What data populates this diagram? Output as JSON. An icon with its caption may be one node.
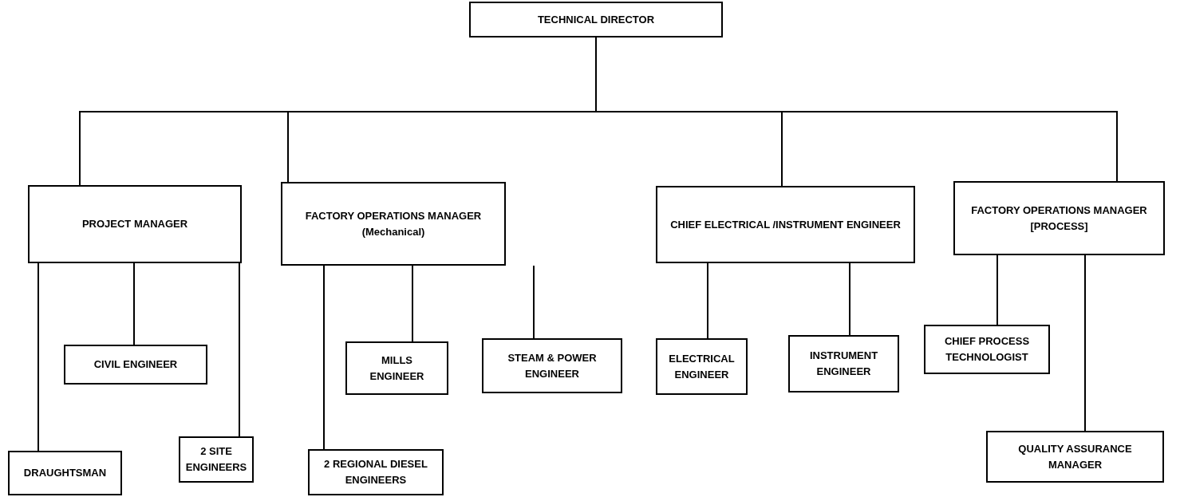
{
  "diagram": {
    "nodes": [
      {
        "text": [
          "TECHNICAL DIRECTOR"
        ]
      },
      {
        "text": [
          "PROJECT MANAGER"
        ]
      },
      {
        "text": [
          "FACTORY OPERATIONS MANAGER (Mechanical)"
        ]
      },
      {
        "text": [
          "CHIEF ELECTRICAL /INSTRUMENT ENGINEER"
        ]
      },
      {
        "text": [
          "FACTORY OPERATIONS MANAGER [PROCESS]"
        ]
      },
      {
        "text": [
          "CIVIL ENGINEER"
        ]
      },
      {
        "text": [
          "DRAUGHTSMAN"
        ]
      },
      {
        "text": [
          "2 SITE ENGINEERS"
        ]
      },
      {
        "text": [
          "MILLS ENGINEER"
        ]
      },
      {
        "text": [
          "STEAM & POWER ENGINEER"
        ]
      },
      {
        "text": [
          "2 REGIONAL DIESEL ENGINEERS"
        ]
      },
      {
        "text": [
          "ELECTRICAL ENGINEER"
        ]
      },
      {
        "text": [
          "INSTRUMENT ENGINEER"
        ]
      },
      {
        "text": [
          "CHIEF PROCESS TECHNOLOGIST"
        ]
      },
      {
        "text": [
          "QUALITY ASSURANCE MANAGER"
        ]
      }
    ],
    "edges": [
      {
        "from": 0,
        "to": 1,
        "arrow": "none"
      },
      {
        "from": 0,
        "to": 2,
        "arrow": "none"
      },
      {
        "from": 0,
        "to": 3,
        "arrow": "none"
      },
      {
        "from": 0,
        "to": 4,
        "arrow": "none"
      },
      {
        "from": 1,
        "to": 6,
        "arrow": "none"
      },
      {
        "from": 1,
        "to": 5,
        "arrow": "none"
      },
      {
        "from": 1,
        "to": 7,
        "arrow": "none"
      },
      {
        "from": 2,
        "to": 10,
        "arrow": "none"
      },
      {
        "from": 2,
        "to": 8,
        "arrow": "none"
      },
      {
        "from": 2,
        "to": 9,
        "arrow": "none"
      },
      {
        "from": 3,
        "to": 11,
        "arrow": "none"
      },
      {
        "from": 3,
        "to": 12,
        "arrow": "none"
      },
      {
        "from": 4,
        "to": 13,
        "arrow": "none"
      },
      {
        "from": 4,
        "to": 14,
        "arrow": "none"
      }
    ]
  }
}
